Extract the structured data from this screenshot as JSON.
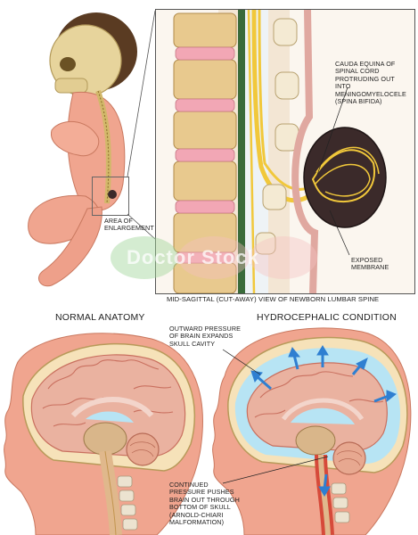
{
  "labels": {
    "cauda_equina": "CAUDA EQUINA OF SPINAL CORD PROTRUDING OUT INTO MENINGOMYELOCELE (SPINA BIFIDA)",
    "area_enlargement": "AREA OF ENLARGEMENT",
    "exposed_membrane": "EXPOSED MEMBRANE",
    "mid_sagittal": "MID-SAGITTAL (CUT-AWAY) VIEW OF NEWBORN LUMBAR SPINE",
    "normal_anatomy": "NORMAL ANATOMY",
    "hydrocephalic": "HYDROCEPHALIC CONDITION",
    "outward_pressure": "OUTWARD PRESSURE OF BRAIN EXPANDS SKULL CAVITY",
    "continued_pressure": "CONTINUED PRESSURE PUSHES BRAIN OUT THROUGH BOTTOM OF SKULL (ARNOLD-CHIARI MALFORMATION)"
  },
  "watermark": {
    "text": "Doctor Stock"
  },
  "colors": {
    "skin": "#f0a58f",
    "skin_shadow": "#d47e68",
    "bone": "#e9d7a8",
    "disc": "#f2a7b5",
    "cord": "#f1c83b",
    "sac": "#3b2a2a",
    "brain": "#eab2a0",
    "brain_fold": "#c9705f",
    "csf": "#b7e4f4",
    "arrow": "#2f7fd1"
  }
}
